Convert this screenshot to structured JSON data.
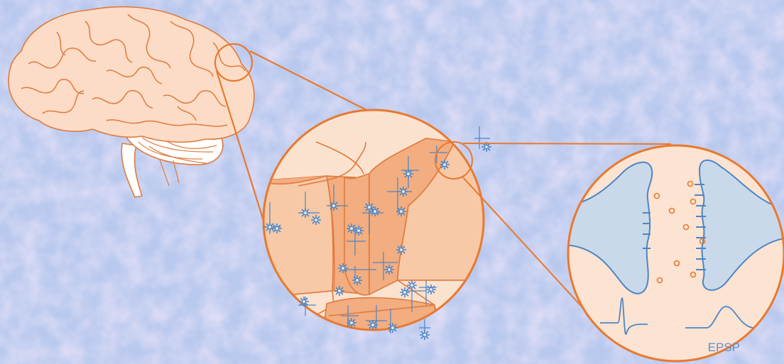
{
  "synapse_panel": {
    "label": "EPSP"
  },
  "colors": {
    "background_blue": "#b6c8ef",
    "background_pink": "#d8c2ec",
    "brain_fill": "#fcdcc6",
    "brain_stroke": "#e07a3c",
    "callout_stroke": "#e8792f",
    "column_light": "#f7c9a6",
    "column_dark": "#f2ad80",
    "neuron_blue": "#4b86c6",
    "terminal_fill": "#c9d9ea"
  },
  "icons": [
    "brain-illustration",
    "neuron-icon",
    "synapse-diagram",
    "action-potential-trace",
    "epsp-trace"
  ]
}
